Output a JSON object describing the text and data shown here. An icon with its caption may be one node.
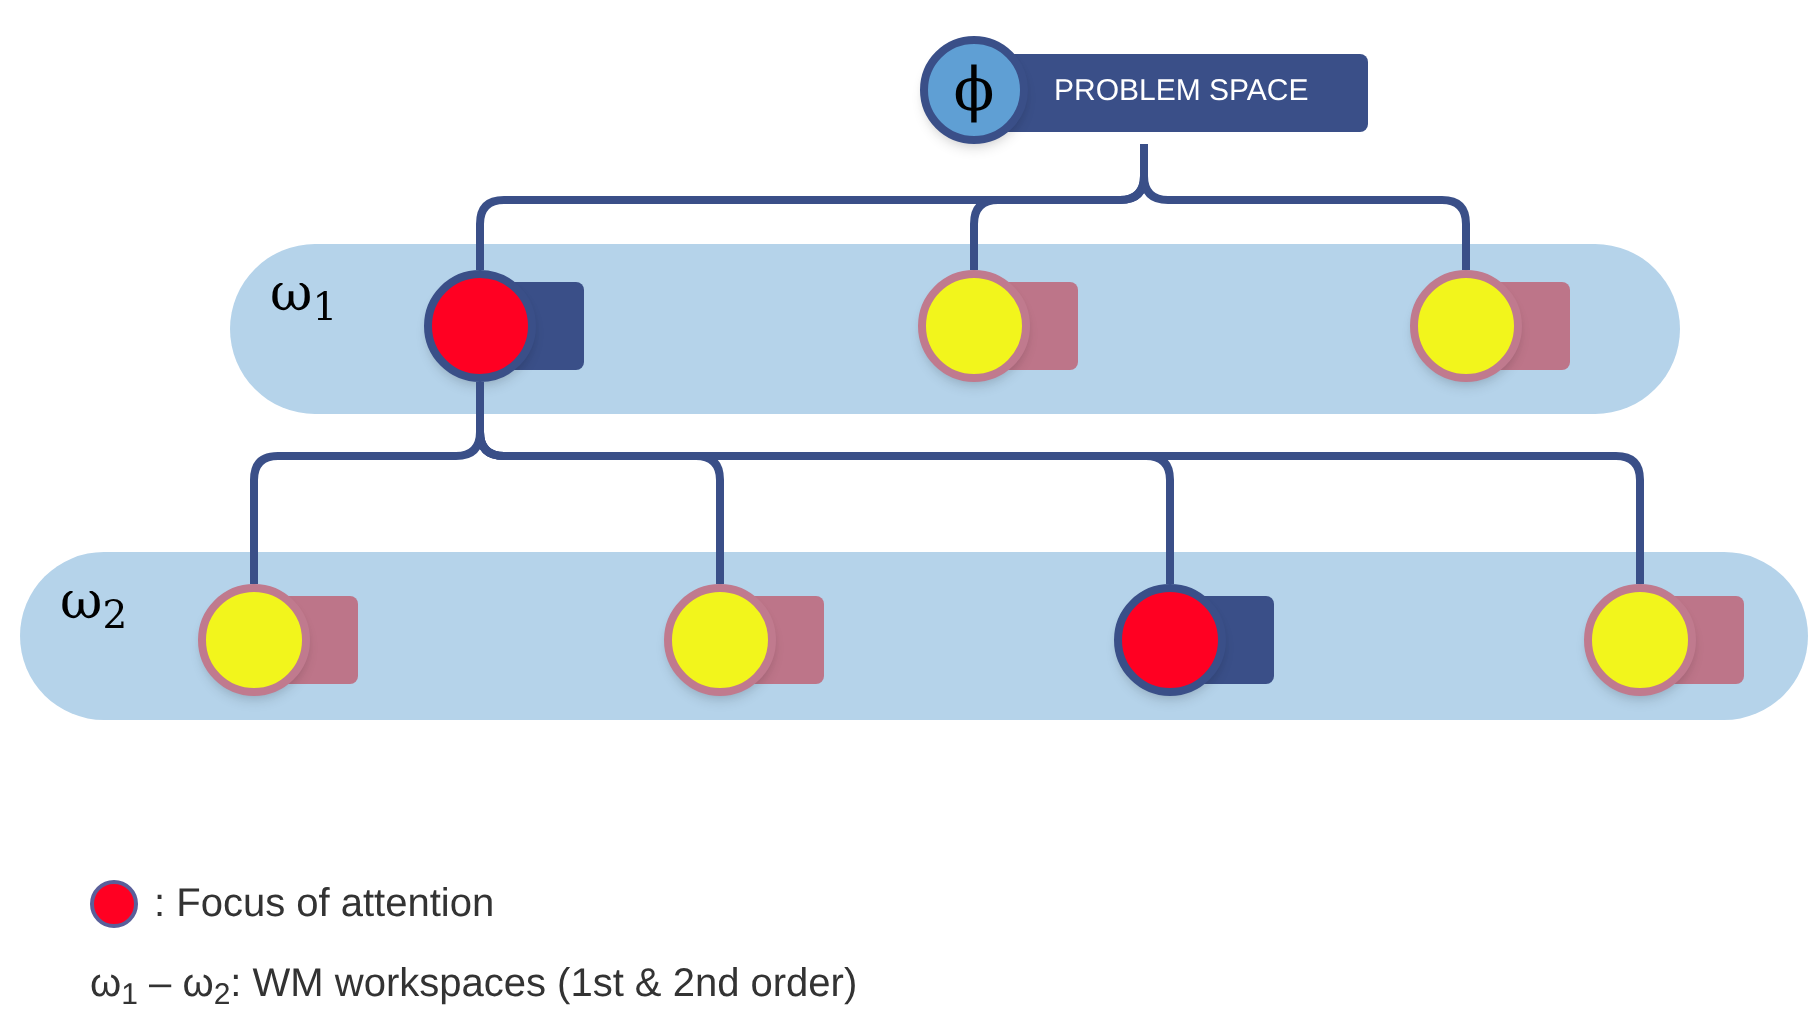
{
  "diagram": {
    "nodes": [
      {
        "text": [
          "ϕ",
          "PROBLEM SPACE"
        ]
      },
      {
        "text": [
          "ω$_{1}$"
        ]
      },
      {
        "text": [],
        "shape": "circle",
        "in": 1
      },
      {
        "text": [],
        "shape": "circle",
        "in": 1
      },
      {
        "text": [],
        "shape": "circle",
        "in": 1
      },
      {
        "text": [
          "ω$_{2}$"
        ]
      },
      {
        "text": [],
        "shape": "circle",
        "in": 5
      },
      {
        "text": [],
        "shape": "circle",
        "in": 5
      },
      {
        "text": [],
        "shape": "circle",
        "in": 5
      },
      {
        "text": [],
        "shape": "circle",
        "in": 5
      }
    ],
    "edges": [
      {
        "from": 0,
        "to": 2,
        "arrow": "none"
      },
      {
        "from": 0,
        "to": 3,
        "arrow": "none"
      },
      {
        "from": 0,
        "to": 4,
        "arrow": "none"
      },
      {
        "from": 2,
        "to": 6,
        "arrow": "none"
      },
      {
        "from": 2,
        "to": 7,
        "arrow": "none"
      },
      {
        "from": 2,
        "to": 8,
        "arrow": "none"
      },
      {
        "from": 2,
        "to": 9,
        "arrow": "none"
      }
    ],
    "labels": [
      "ω$_{1}$ – ω$_{2}$: WM workspaces (1st & 2nd order)"
    ],
    "legend": [
      {
        "text": ": Focus of attention",
        "color": "#ff0022"
      }
    ]
  }
}
